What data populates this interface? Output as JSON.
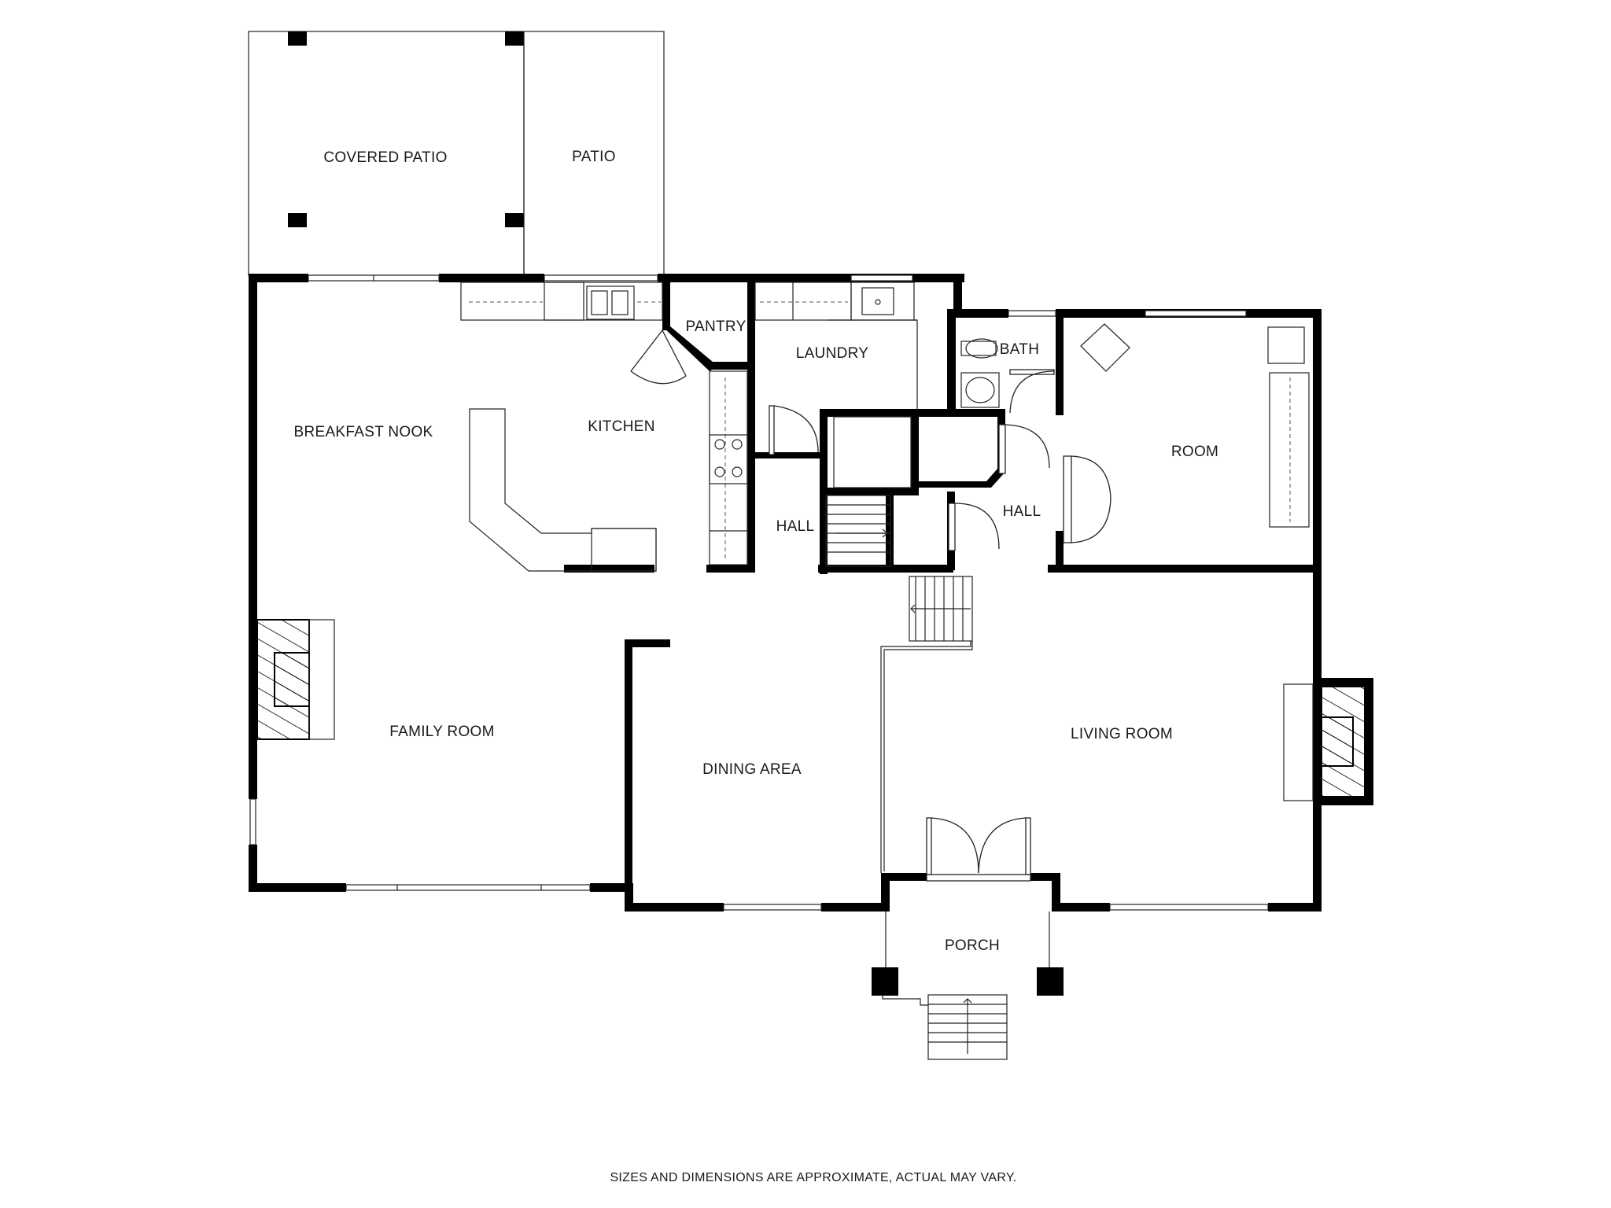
{
  "rooms": {
    "covered_patio": "COVERED PATIO",
    "patio": "PATIO",
    "pantry": "PANTRY",
    "laundry": "LAUNDRY",
    "bath": "BATH",
    "breakfast_nook": "BREAKFAST NOOK",
    "kitchen": "KITCHEN",
    "room": "ROOM",
    "hall_left": "HALL",
    "hall_right": "HALL",
    "family_room": "FAMILY ROOM",
    "dining_area": "DINING AREA",
    "living_room": "LIVING ROOM",
    "porch": "PORCH"
  },
  "disclaimer": "SIZES AND DIMENSIONS ARE APPROXIMATE, ACTUAL MAY VARY."
}
